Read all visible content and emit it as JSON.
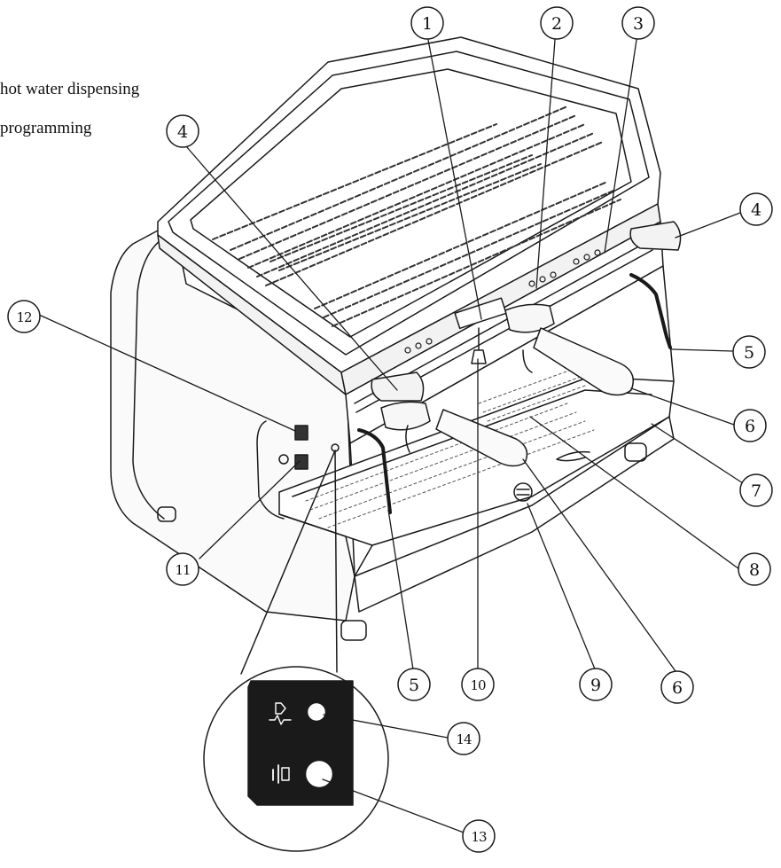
{
  "captions": [
    "hot water dispensing",
    "programming"
  ],
  "callouts": [
    "1",
    "2",
    "3",
    "4",
    "4",
    "5",
    "5",
    "6",
    "6",
    "7",
    "8",
    "9",
    "10",
    "11",
    "12",
    "13",
    "14"
  ],
  "panel_icons": {
    "top": "cup-wave-icon",
    "bottom": "power-on-off-icon"
  }
}
